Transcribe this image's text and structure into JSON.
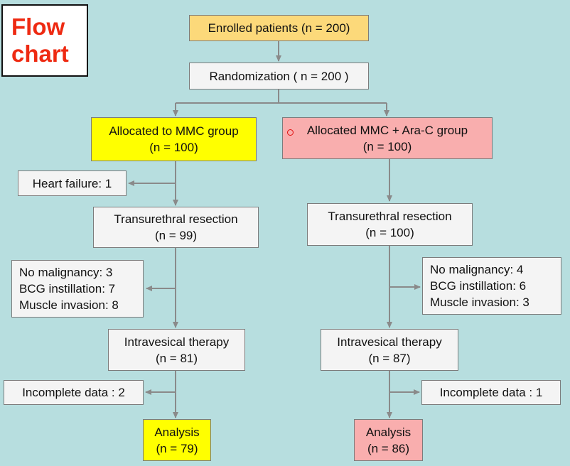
{
  "title": {
    "line1": "Flow",
    "line2": "chart"
  },
  "colors": {
    "background": "#b7dedf",
    "yellow": "#ffff00",
    "pink": "#f9aeae",
    "orange": "#fcd97a",
    "box": "#f4f4f4",
    "title_red": "#ee2a12"
  },
  "nodes": {
    "enrolled": {
      "line1": "Enrolled patients (n = 200)"
    },
    "randomization": {
      "line1": "Randomization ( n = 200 )"
    },
    "mmc_group": {
      "line1": "Allocated to MMC group",
      "line2": "(n = 100)"
    },
    "arac_group": {
      "line1": "Allocated MMC + Ara-C group",
      "line2": "(n = 100)"
    },
    "heart_failure": {
      "line1": "Heart failure: 1"
    },
    "tur_left": {
      "line1": "Transurethral resection",
      "line2": "(n = 99)"
    },
    "tur_right": {
      "line1": "Transurethral resection",
      "line2": "(n = 100)"
    },
    "excl_left": {
      "line1": "No malignancy: 3",
      "line2": "BCG instillation: 7",
      "line3": "Muscle invasion: 8"
    },
    "excl_right": {
      "line1": "No malignancy: 4",
      "line2": "BCG instillation: 6",
      "line3": "Muscle invasion: 3"
    },
    "ivt_left": {
      "line1": "Intravesical therapy",
      "line2": "(n = 81)"
    },
    "ivt_right": {
      "line1": "Intravesical therapy",
      "line2": "(n = 87)"
    },
    "incomplete_left": {
      "line1": "Incomplete data : 2"
    },
    "incomplete_right": {
      "line1": "Incomplete data : 1"
    },
    "analysis_left": {
      "line1": "Analysis",
      "line2": "(n =  79)"
    },
    "analysis_right": {
      "line1": "Analysis",
      "line2": "(n =  86)"
    }
  }
}
